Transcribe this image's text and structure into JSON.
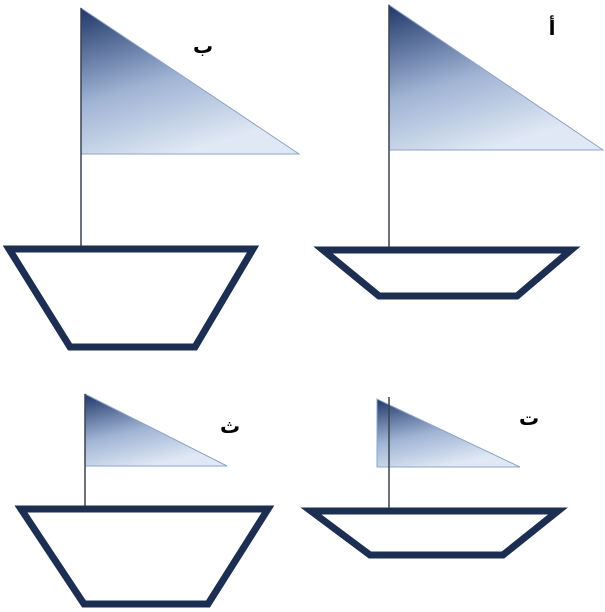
{
  "boats": [
    {
      "id": "a",
      "label": "أ"
    },
    {
      "id": "b",
      "label": "ب"
    },
    {
      "id": "t",
      "label": "ت"
    },
    {
      "id": "th",
      "label": "ث"
    }
  ],
  "colors": {
    "hull_stroke": "#1c2f52",
    "sail_dark": "#20386a",
    "sail_light": "#dfe8f4",
    "sail_edge": "#8ea4c6",
    "mast": "#3a4350",
    "label": "#000000"
  }
}
